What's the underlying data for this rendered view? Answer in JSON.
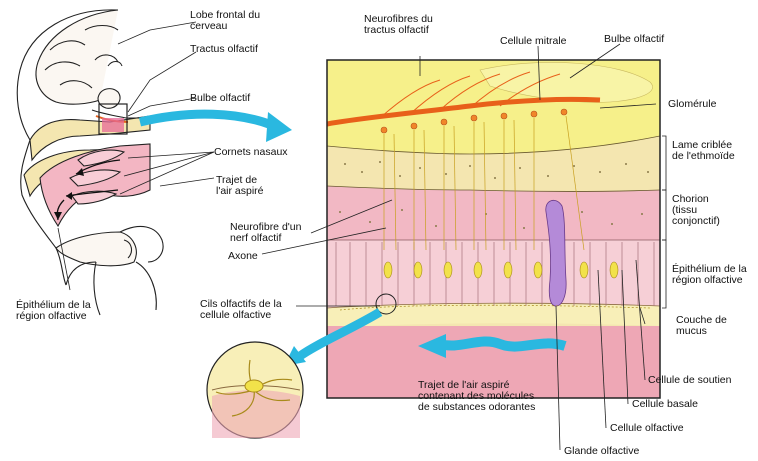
{
  "labels": {
    "lobe_frontal": "Lobe frontal du\ncerveau",
    "tractus_olfactif": "Tractus olfactif",
    "bulbe_olfactif_left": "Bulbe olfactif",
    "cornets_nasaux": "Cornets nasaux",
    "trajet_air": "Trajet de\nl'air aspiré",
    "epithelium_left": "Épithélium de la\nrégion olfactive",
    "cils_olfactifs": "Cils olfactifs de la\ncellule olfactive",
    "neurofibre_nerf": "Neurofibre d'un\nnerf olfactif",
    "axone": "Axone",
    "neurofibres_tractus": "Neurofibres du\ntractus olfactif",
    "cellule_mitrale": "Cellule mitrale",
    "bulbe_olfactif_top": "Bulbe olfactif",
    "glomerule": "Glomérule",
    "lame_criblee": "Lame criblée\nde l'ethmoïde",
    "chorion": "Chorion\n(tissu\nconjonctif)",
    "epithelium_right": "Épithélium de la\nrégion olfactive",
    "couche_mucus": "Couche de\nmucus",
    "trajet_air_odorantes": "Trajet de l'air aspiré\ncontenant des molécules\nde substances odorantes",
    "cellule_soutien": "Cellule de soutien",
    "cellule_basale": "Cellule basale",
    "cellule_olfactive": "Cellule olfactive",
    "glande_olfactive": "Glande olfactive"
  },
  "colors": {
    "bulb_yellow": "#f6f08a",
    "bone_cream": "#f4e6b0",
    "chorion_pink": "#f2b8c4",
    "epithelium_pink": "#f4c8cf",
    "mucus_yellow": "#f8efb8",
    "air_pink": "#eea7b5",
    "arrow_cyan": "#2ab8e0",
    "neuron_orange": "#f0862a",
    "axon_orange": "#e8601a",
    "gland_purple": "#b48ad8",
    "olfactory_cell_yellow": "#f2e24a"
  }
}
